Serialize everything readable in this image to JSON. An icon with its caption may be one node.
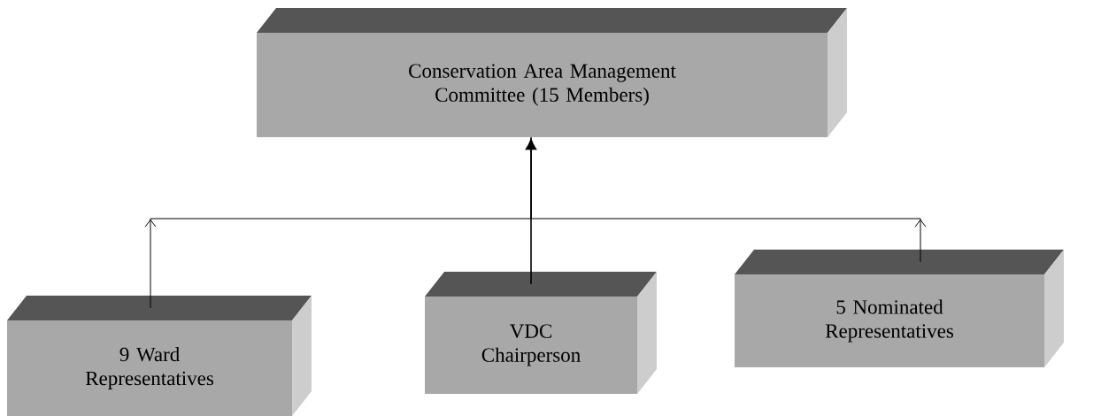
{
  "diagram": {
    "nodes": [
      {
        "text": [
          "Conservation Area Management Committee (15 Members)"
        ]
      },
      {
        "text": [
          "9 Ward Representatives"
        ]
      },
      {
        "text": [
          "VDC Chairperson"
        ]
      },
      {
        "text": [
          "5 Nominated Representatives"
        ]
      }
    ],
    "edges": [
      {
        "from": 1,
        "to": 0,
        "arrow": "to"
      },
      {
        "from": 2,
        "to": 0,
        "arrow": "to"
      },
      {
        "from": 3,
        "to": 0,
        "arrow": "to"
      }
    ]
  }
}
